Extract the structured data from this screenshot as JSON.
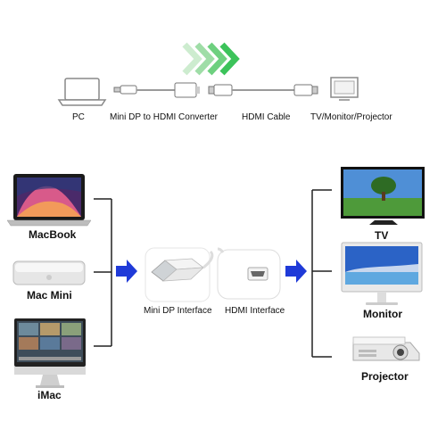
{
  "top_row": {
    "pc": "PC",
    "converter": "Mini DP to HDMI Converter",
    "cable": "HDMI Cable",
    "display": "TV/Monitor/Projector"
  },
  "sources": [
    "MacBook",
    "Mac Mini",
    "iMac"
  ],
  "interfaces": {
    "mini_dp": "Mini DP Interface",
    "hdmi": "HDMI Interface"
  },
  "outputs": [
    "TV",
    "Monitor",
    "Projector"
  ],
  "colors": {
    "arrow_blue": "#1f3ad8",
    "chevron_green": "#3cc35a",
    "line": "#222222",
    "cable_gray": "#9a9a9a"
  }
}
